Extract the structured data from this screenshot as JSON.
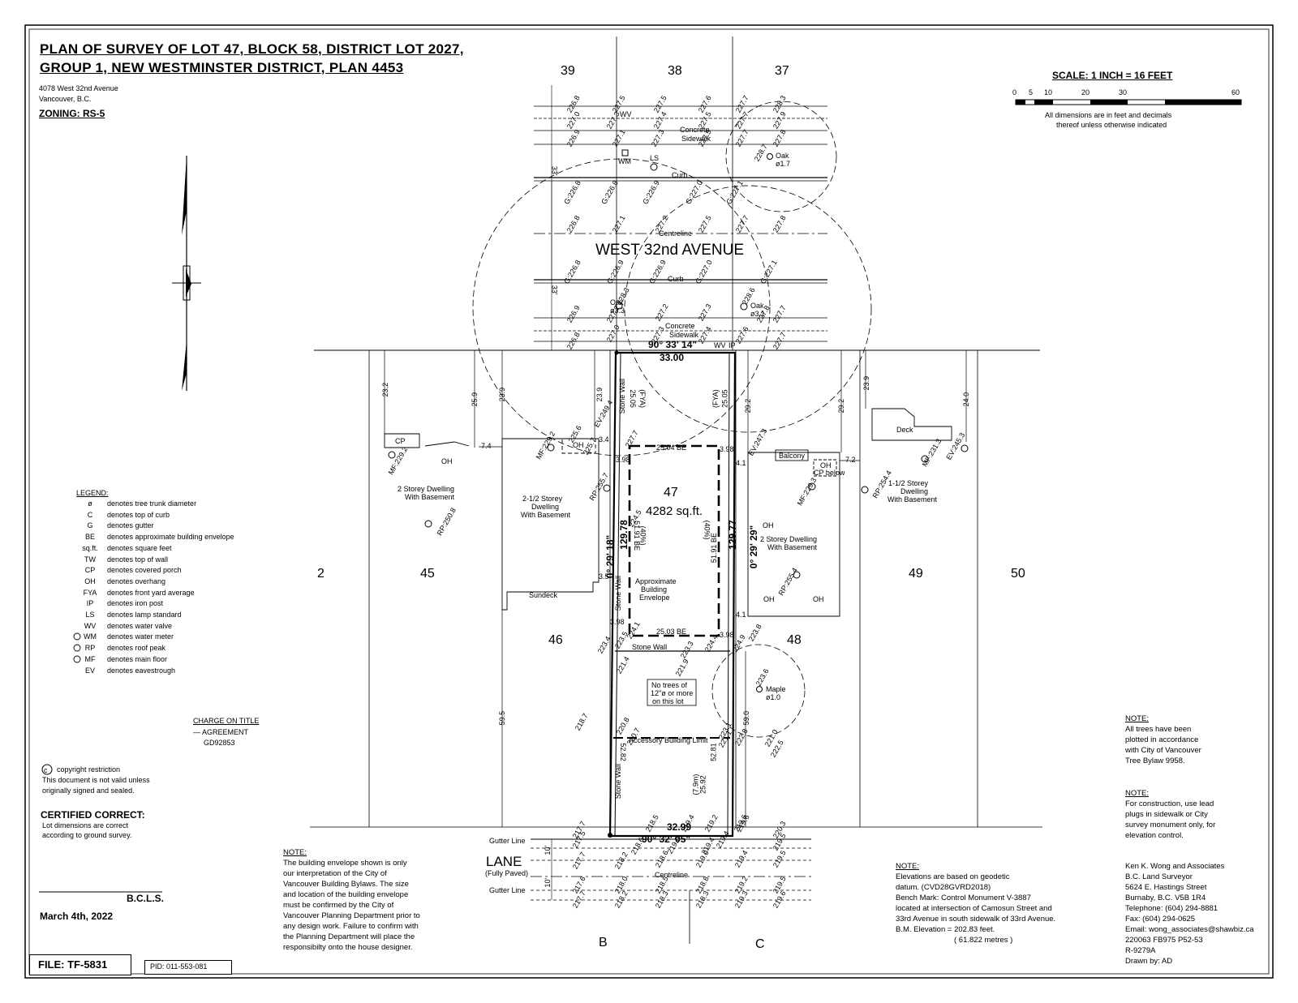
{
  "title": {
    "line1": "PLAN OF SURVEY OF LOT 47, BLOCK 58, DISTRICT LOT 2027,",
    "line2": "GROUP 1, NEW WESTMINSTER DISTRICT, PLAN 4453"
  },
  "address": {
    "line1": "4078 West 32nd Avenue",
    "line2": "Vancouver, B.C."
  },
  "zoning": "ZONING: RS-5",
  "scale": {
    "label": "SCALE: 1 INCH = 16 FEET",
    "ticks": [
      "0",
      "5",
      "10",
      "20",
      "30",
      "60"
    ],
    "note_line1": "All dimensions are in feet and decimals",
    "note_line2": "thereof unless otherwise indicated"
  },
  "lots": {
    "top_39": "39",
    "top_38": "38",
    "top_37": "37",
    "lot_2": "2",
    "lot_45": "45",
    "lot_46": "46",
    "lot_47": "47",
    "lot_48": "48",
    "lot_49": "49",
    "lot_50": "50",
    "bottom_b": "B",
    "bottom_c": "C"
  },
  "street": {
    "name": "WEST 32nd AVENUE",
    "centreline": "Centreline",
    "curb": "Curb",
    "sidewalk_top_1": "Concrete",
    "sidewalk_top_2": "Sidewalk",
    "sidewalk_bottom_1": "Concrete",
    "sidewalk_bottom_2": "Sidewalk",
    "width_north": "33'",
    "width_south": "33'"
  },
  "lane": {
    "name": "LANE",
    "sub": "(Fully Paved)",
    "gutter_top": "Gutter Line",
    "gutter_bottom": "Gutter Line",
    "centreline": "Centreline",
    "width_north": "10'",
    "width_south": "10'"
  },
  "subject_lot": {
    "area": "4282 sq.ft.",
    "front_bearing": "90° 33' 14\"",
    "front_dim": "33.00",
    "rear_bearing": "90° 32' 05\"",
    "rear_dim": "32.99",
    "west_bearing": "0° 29' 18\"",
    "west_dim": "129.78",
    "east_bearing": "0° 29' 29\"",
    "east_dim": "129.77",
    "envelope_front": "25.04 BE",
    "envelope_rear": "25.03 BE",
    "envelope_west": "51.91 BE",
    "envelope_west_m": "(40%)",
    "envelope_east": "51.91 BE",
    "envelope_east_m": "(40%)",
    "setback_w": "25.05",
    "setback_w_fya": "(FYA)",
    "setback_e": "25.05",
    "setback_e_fya": "(FYA)",
    "side_w": "3.98",
    "side_e": "3.98",
    "side_w2": "3.98",
    "side_e2": "3.98",
    "envelope_label_1": "Approximate",
    "envelope_label_2": "Building",
    "envelope_label_3": "Envelope",
    "stone_wall_w": "Stone Wall",
    "stone_wall_mid": "Stone Wall",
    "stone_wall_sw": "Stone Wall",
    "accessory_limit": "Accessory Building Limit",
    "acc_w": "52.82",
    "acc_e": "52.81",
    "rear_setback": "25.92",
    "rear_setback_m": "(7.9m)",
    "no_trees_1": "No trees of",
    "no_trees_2": "12\"ø or more",
    "no_trees_3": "on this lot",
    "wv_front": "WV",
    "ip_front": "IP"
  },
  "neighbours": {
    "dwelling_45_1": "2 Storey Dwelling",
    "dwelling_45_2": "With Basement",
    "cp_45": "CP",
    "oh_45": "OH",
    "dim_45": "7.4",
    "dwelling_46_1": "2-1/2 Storey",
    "dwelling_46_2": "Dwelling",
    "dwelling_46_3": "With Basement",
    "oh_46": "OH",
    "sundeck": "Sundeck",
    "dim_46_side": "3.4",
    "dim_46_side2": "3.5",
    "dwelling_48_1": "2 Storey Dwelling",
    "dwelling_48_2": "With Basement",
    "balcony": "Balcony",
    "oh_48": "OH",
    "cp_below": "CP below",
    "oh_48b": "OH",
    "oh_48c": "OH",
    "oh_48d": "OH",
    "dim_48": "7.2",
    "dim_48_side": "4.1",
    "dim_48_side2": "4.1",
    "dwelling_49_1": "1-1/2 Storey",
    "dwelling_49_2": "Dwelling",
    "dwelling_49_3": "With Basement",
    "deck": "Deck",
    "d_232": "23.2",
    "d_259": "25.9",
    "d_239a": "23.9",
    "d_239b": "23.9",
    "d_292a": "29.2",
    "d_292b": "29.2",
    "d_239c": "23.9",
    "d_240": "24.0",
    "d_595": "59.5",
    "d_590": "59.0"
  },
  "trees": {
    "oak1_name": "Oak",
    "oak1_d": "ø1.7",
    "oak2_name": "Oak",
    "oak2_d": "ø3.3",
    "oak3_name": "Oak",
    "oak3_d": "ø3.1",
    "maple_name": "Maple",
    "maple_d": "ø1.0",
    "wm": "WM",
    "ls": "LS",
    "wv": "WV"
  },
  "legend": {
    "title": "LEGEND:",
    "items": [
      {
        "sym": "ø",
        "text": "denotes tree trunk diameter"
      },
      {
        "sym": "C",
        "text": "denotes top of curb"
      },
      {
        "sym": "G",
        "text": "denotes gutter"
      },
      {
        "sym": "BE",
        "text": "denotes approximate building envelope"
      },
      {
        "sym": "sq.ft.",
        "text": "denotes square feet"
      },
      {
        "sym": "TW",
        "text": "denotes top of wall"
      },
      {
        "sym": "CP",
        "text": "denotes covered porch"
      },
      {
        "sym": "OH",
        "text": "denotes overhang"
      },
      {
        "sym": "FYA",
        "text": "denotes front yard average"
      },
      {
        "sym": "IP",
        "text": "denotes iron post"
      },
      {
        "sym": "LS",
        "text": "denotes lamp standard"
      },
      {
        "sym": "WV",
        "text": "denotes water valve"
      },
      {
        "sym": "WM",
        "text": "denotes water meter"
      },
      {
        "sym": "RP",
        "text": "denotes roof peak"
      },
      {
        "sym": "MF",
        "text": "denotes main floor"
      },
      {
        "sym": "EV",
        "text": "denotes eavestrough"
      }
    ]
  },
  "charge": {
    "title": "CHARGE ON TITLE",
    "line1": "— AGREEMENT",
    "line2": "GD92853"
  },
  "copyright": {
    "line1": "copyright restriction",
    "line2": "This document is not valid unless",
    "line3": "originally signed and sealed."
  },
  "certified": {
    "title": "CERTIFIED CORRECT:",
    "line1": "Lot dimensions are correct",
    "line2": "according to ground survey."
  },
  "bcls": "B.C.L.S.",
  "date": "March 4th, 2022",
  "file": "FILE: TF-5831",
  "pid": "PID: 011-553-081",
  "note_envelope": {
    "title": "NOTE:",
    "lines": [
      "The building envelope shown is only",
      "our interpretation of the City of",
      "Vancouver Building Bylaws. The size",
      "and location of the building envelope",
      "must be confirmed by the City of",
      "Vancouver Planning Department prior to",
      "any design work. Failure to confirm with",
      "the Planning Department will place the",
      "responsibilty onto the house designer."
    ]
  },
  "note_elev": {
    "title": "NOTE:",
    "lines": [
      "Elevations are based on geodetic",
      "datum. (CVD28GVRD2018)",
      "Bench Mark: Control Monument V-3887",
      "located at intersection of Camosun Street and",
      "33rd Avenue in south sidewalk of 33rd Avenue.",
      "B.M. Elevation = 202.83 feet.",
      "( 61.822 metres )"
    ]
  },
  "note_trees": {
    "title": "NOTE:",
    "lines": [
      "All trees have been",
      "plotted in accordance",
      "with City of Vancouver",
      "Tree Bylaw 9958."
    ]
  },
  "note_construction": {
    "title": "NOTE:",
    "lines": [
      "For construction, use lead",
      "plugs in sidewalk or City",
      "survey monument only, for",
      "elevation control."
    ]
  },
  "surveyor": {
    "lines": [
      "Ken K. Wong and Associates",
      "B.C. Land Surveyor",
      "5624 E. Hastings Street",
      "Burnaby, B.C. V5B 1R4",
      "Telephone: (604) 294-8881",
      "Fax: (604) 294-0625",
      "Email: wong_associates@shawbiz.ca",
      "220063 FB975 P52-53",
      "R-9279A",
      "Drawn by: AD"
    ]
  },
  "elevations": {
    "r1": [
      "226.8",
      "227.5",
      "227.5",
      "227.6",
      "227.7",
      "228.3"
    ],
    "r2": [
      "227.0",
      "227.3",
      "227.4",
      "227.5",
      "227.7",
      "227.9"
    ],
    "r3": [
      "226.9",
      "227.1",
      "227.3",
      "227.5",
      "227.7",
      "227.8"
    ],
    "curb1": [
      "G:226.8",
      "G:226.8",
      "G:226.9",
      "G:227.0",
      "G:227.1"
    ],
    "r4": [
      "226.8",
      "227.1",
      "227.2",
      "227.5",
      "227.7",
      "227.8"
    ],
    "curb2": [
      "G:226.8",
      "G:226.9",
      "G:226.9",
      "G:227.0",
      "G:227.1"
    ],
    "r5": [
      "226.9",
      "227.2",
      "227.2",
      "227.3",
      "227.8",
      "227.7"
    ],
    "r6": [
      "226.8",
      "227.0",
      "227.3",
      "227.4",
      "227.6",
      "227.7"
    ],
    "lot_misc": [
      "225.6",
      "225.7",
      "227.7",
      "224.5",
      "224.1",
      "223.5",
      "223.4",
      "221.4",
      "223.3",
      "221.9",
      "224.4",
      "223.8",
      "224.9",
      "218.7",
      "220.8",
      "220.7",
      "223.1",
      "222.8",
      "221.0",
      "222.5",
      "219.4",
      "219.6",
      "221.1"
    ],
    "trees_rp": [
      "MF:229.2",
      "RP:250.8",
      "MF:229.2",
      "RP:255.7",
      "MF:229.3",
      "RP:255.4",
      "RP:254.4",
      "MF:231.3",
      "EV:245.3",
      "EV:247.3",
      "EV:249.4",
      "228.3",
      "228.6",
      "223.6",
      "228.7"
    ],
    "lane_r1": [
      "217.7",
      "218.5",
      "219.2",
      "219.4",
      "219.6",
      "220.3"
    ],
    "lane_r2": [
      "217.5",
      "218.6",
      "219.0",
      "219.4",
      "219.5"
    ],
    "lane_r3": [
      "217.7",
      "218.2",
      "218.6",
      "219.0",
      "219.4",
      "219.5"
    ],
    "lane_r4": [
      "217.6",
      "218.0",
      "218.5",
      "218.8",
      "219.2",
      "219.5"
    ],
    "lane_r5": [
      "217.7",
      "218.2",
      "218.3",
      "218.3",
      "219.3",
      "219.6"
    ]
  }
}
